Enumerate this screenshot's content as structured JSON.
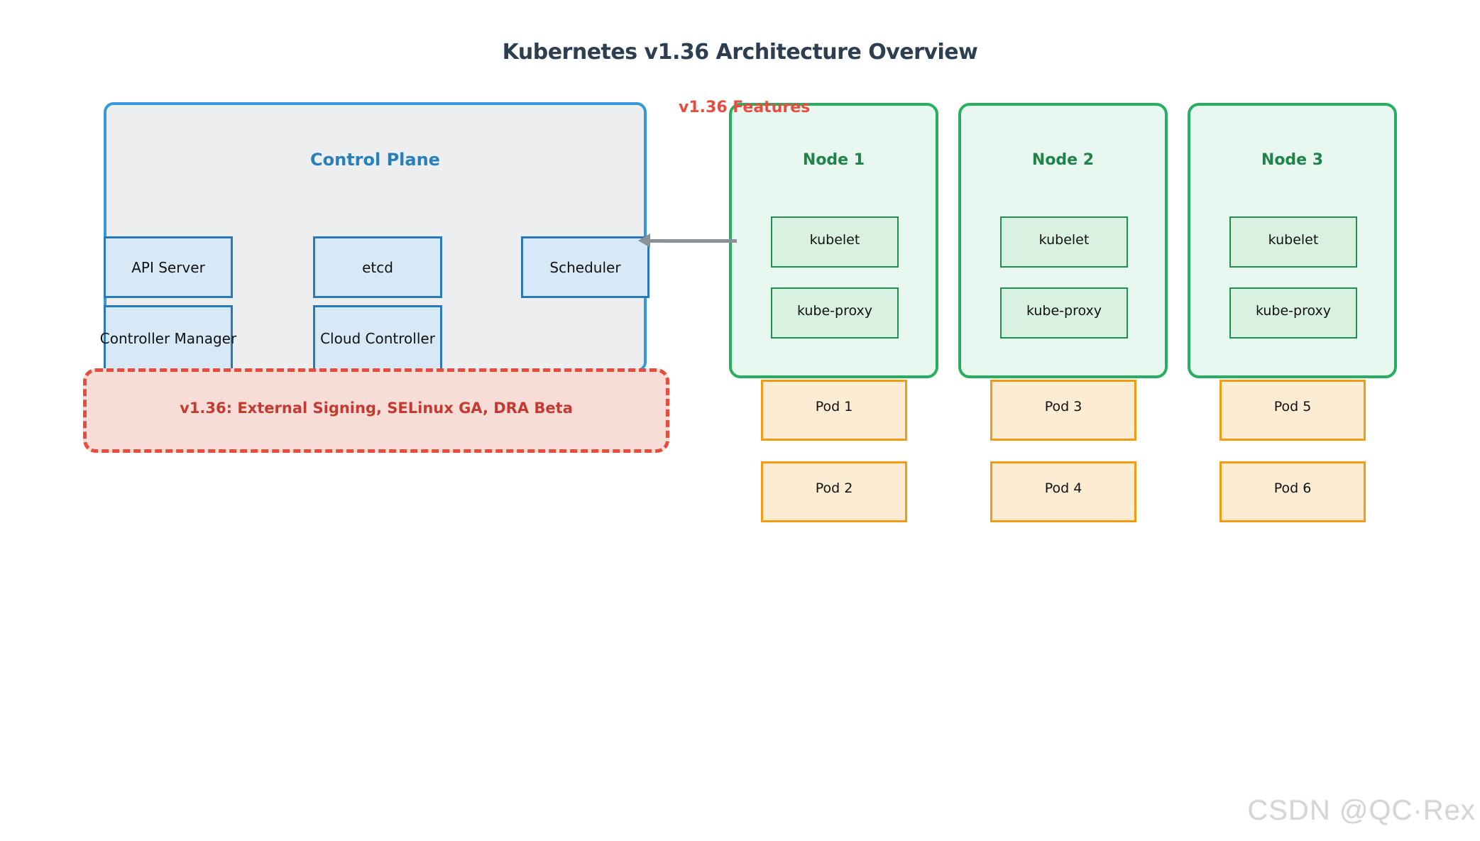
{
  "title": "Kubernetes v1.36 Architecture Overview",
  "control_plane": {
    "label": "Control Plane",
    "components": [
      "API Server",
      "etcd",
      "Scheduler",
      "Controller Manager",
      "Cloud Controller"
    ]
  },
  "features": {
    "callout_label": "v1.36 Features",
    "banner": "v1.36: External Signing, SELinux GA, DRA Beta"
  },
  "nodes": [
    {
      "label": "Node 1",
      "components": [
        "kubelet",
        "kube-proxy"
      ],
      "pods": [
        "Pod 1",
        "Pod 2"
      ]
    },
    {
      "label": "Node 2",
      "components": [
        "kubelet",
        "kube-proxy"
      ],
      "pods": [
        "Pod 3",
        "Pod 4"
      ]
    },
    {
      "label": "Node 3",
      "components": [
        "kubelet",
        "kube-proxy"
      ],
      "pods": [
        "Pod 5",
        "Pod 6"
      ]
    }
  ],
  "watermark": "CSDN @QC·Rex",
  "colors": {
    "title_text": "#2c3e50",
    "control_plane_border": "#3498db",
    "control_plane_fill": "#eceef0",
    "control_plane_label": "#2980b9",
    "component_fill": "#d7e9f7",
    "component_border": "#2879b8",
    "feature_banner_fill": "#f8dcd8",
    "feature_banner_border": "#e74c3c",
    "feature_banner_text": "#c23b2e",
    "node_border": "#27ae60",
    "node_fill": "#e8f7ef",
    "node_label": "#1e8449",
    "node_component_fill": "#d8f1e1",
    "node_component_border": "#1e9150",
    "pod_fill": "#fcecd3",
    "pod_border": "#f39c12",
    "arrow": "#8a9198",
    "watermark": "#d5d5d5"
  }
}
